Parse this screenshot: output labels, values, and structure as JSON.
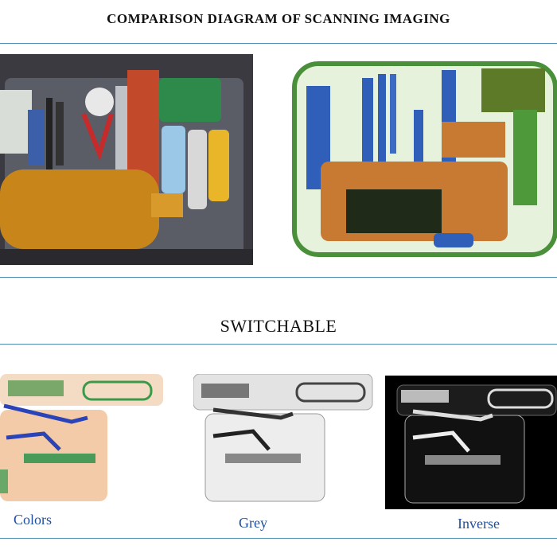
{
  "header": {
    "title": "COMPARISON DIAGRAM OF SCANNING IMAGING"
  },
  "section": {
    "title": "SWITCHABLE"
  },
  "modes": [
    {
      "label": "Colors"
    },
    {
      "label": "Grey"
    },
    {
      "label": "Inverse"
    }
  ]
}
